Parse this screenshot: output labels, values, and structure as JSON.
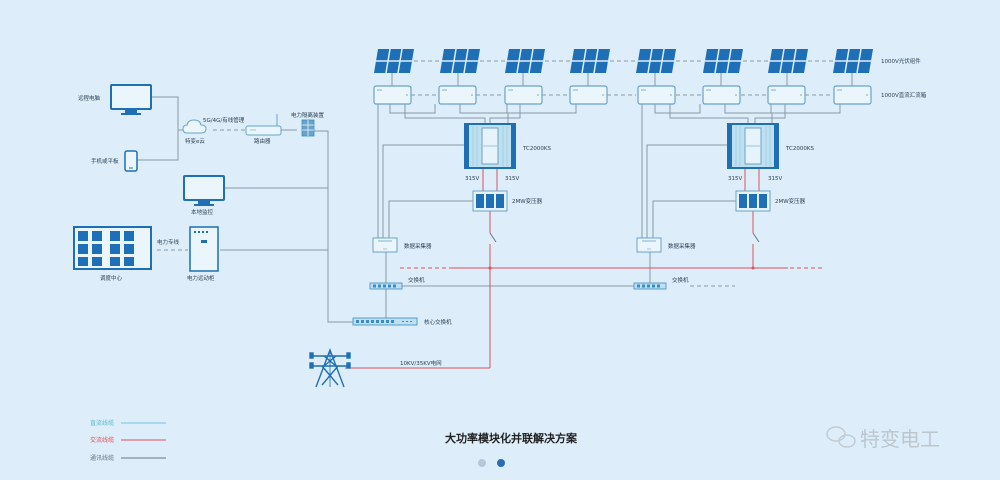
{
  "diagram": {
    "title": "大功率模块化并联解决方案",
    "watermark": "特变电工",
    "pager": {
      "total": 2,
      "active": 2
    },
    "colors": {
      "background": "#ddeefa",
      "device_blue": "#1e6fb5",
      "device_outline": "#6aa3c9",
      "dc_line": "#6fc7d6",
      "ac_line": "#e0505a",
      "comm_line": "#6b7480"
    },
    "legend": [
      {
        "label": "直流线缆",
        "type": "dc"
      },
      {
        "label": "交流线缆",
        "type": "ac"
      },
      {
        "label": "通讯线缆",
        "type": "comm"
      }
    ],
    "left_panel": {
      "remote_pc": "远程电脑",
      "mobile": "手机或平板",
      "cloud": "特变e云",
      "wireless": "5G/4G/有线管理",
      "router": "路由器",
      "isolation": "电力隔离装置",
      "local_monitor": "本地监控",
      "dispatch_center": "调度中心",
      "power_dedicated": "电力专线",
      "remote_cabinet": "电力远动柜"
    },
    "right_labels": {
      "pv_string": "1000V光伏组件",
      "combiner": "1000V直流汇流箱"
    },
    "units": [
      {
        "inverter": "TC2000KS",
        "voltage_left": "315V",
        "voltage_right": "315V",
        "transformer": "2MW变压器",
        "collector": "数据采集器",
        "switch": "交换机"
      },
      {
        "inverter": "TC2000KS",
        "voltage_left": "315V",
        "voltage_right": "315V",
        "transformer": "2MW变压器",
        "collector": "数据采集器",
        "switch": "交换机"
      }
    ],
    "core_switch": "核心交换机",
    "grid": "10KV/35KV电网"
  }
}
